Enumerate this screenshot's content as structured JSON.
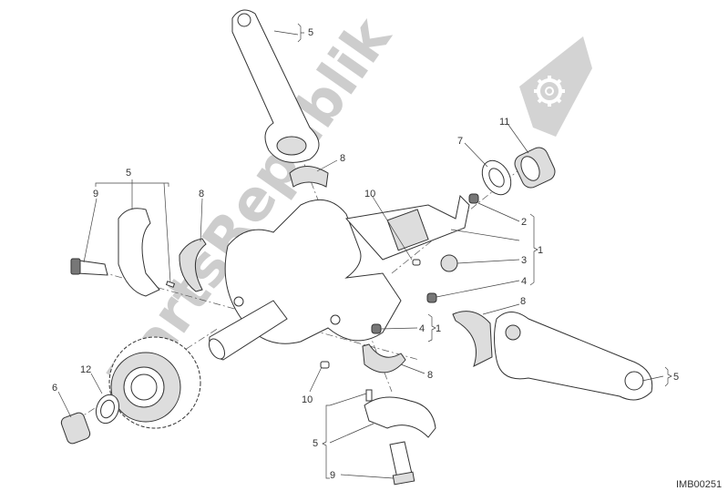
{
  "diagram": {
    "callouts": [
      "5",
      "8",
      "11",
      "7",
      "10",
      "2",
      "3",
      "4",
      "1",
      "5",
      "9",
      "8",
      "4",
      "1",
      "8",
      "8",
      "5",
      "6",
      "12",
      "10",
      "5",
      "9"
    ],
    "code": "IMB00251"
  },
  "watermark": {
    "text": "PartsRepublik",
    "icon": "gear-icon",
    "color": "#bdbdbd"
  }
}
